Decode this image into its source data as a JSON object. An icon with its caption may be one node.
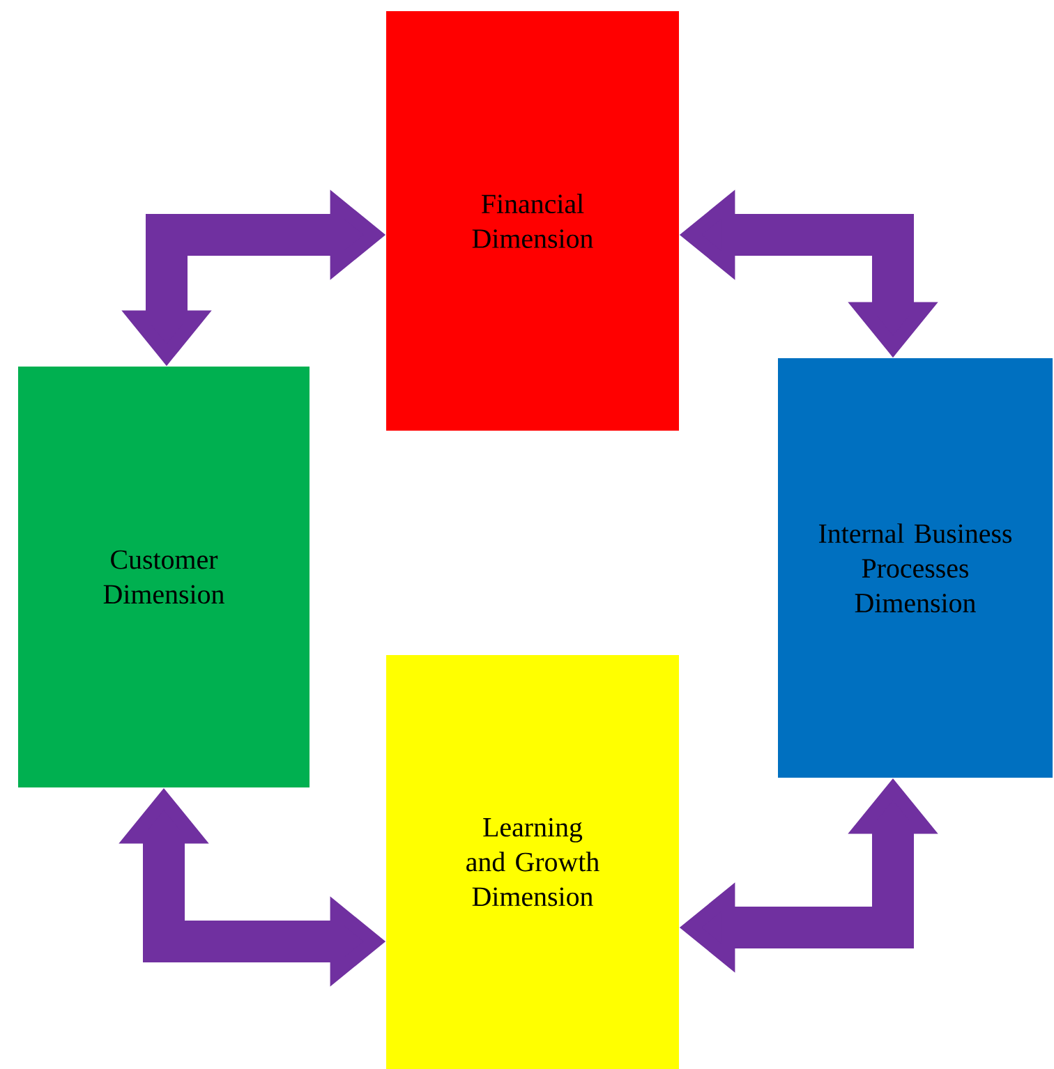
{
  "diagram": {
    "nodes": [
      {
        "text": [
          "Financial Dimension"
        ]
      },
      {
        "text": [
          "Customer Dimension"
        ]
      },
      {
        "text": [
          "Internal Business Processes Dimension"
        ]
      },
      {
        "text": [
          "Learning and Growth Dimension"
        ]
      }
    ],
    "edges": [
      {
        "from": 0,
        "to": 1,
        "arrow": "both"
      },
      {
        "from": 0,
        "to": 2,
        "arrow": "both"
      },
      {
        "from": 1,
        "to": 3,
        "arrow": "both"
      },
      {
        "from": 2,
        "to": 3,
        "arrow": "both"
      }
    ]
  }
}
